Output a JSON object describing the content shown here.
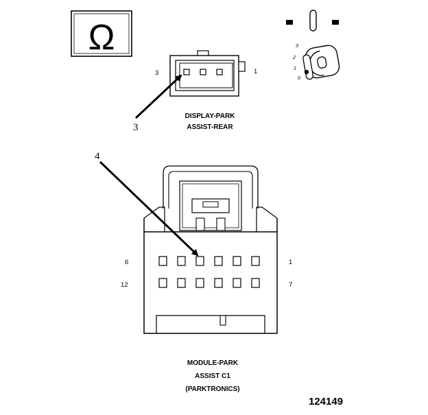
{
  "symbol": {
    "glyph": "Ω"
  },
  "display_connector": {
    "title_line1": "DISPLAY-PARK",
    "title_line2": "ASSIST-REAR",
    "pin_left": "3",
    "pin_right": "1",
    "callout": "3"
  },
  "module_connector": {
    "title_line1": "MODULE-PARK",
    "title_line2": "ASSIST C1",
    "title_line3": "(PARKTRONICS)",
    "row1_left": "6",
    "row1_right": "1",
    "row2_left": "12",
    "row2_right": "7",
    "callout": "4"
  },
  "key_positions": [
    "3",
    "2",
    "1",
    "0"
  ],
  "figure_number": "124149"
}
